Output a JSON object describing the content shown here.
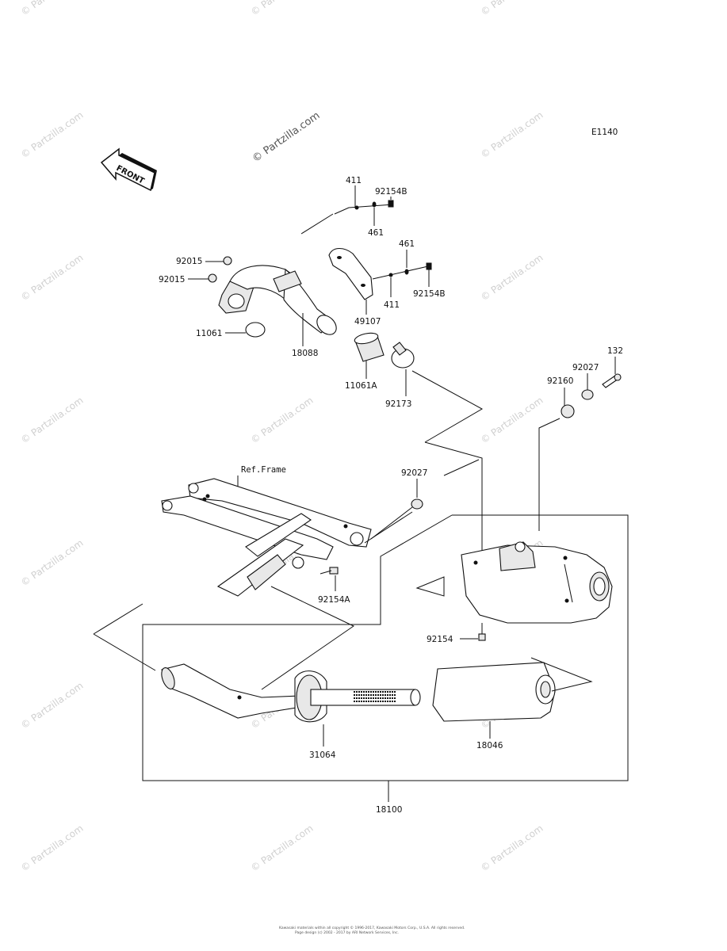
{
  "diagram": {
    "code": "E1140",
    "front_label": "FRONT",
    "watermark_main": "© Partzilla.com",
    "watermark_small": "© Partzilla.com",
    "ref_frame": "Ref.Frame",
    "footer_line1": "Kawasaki materials within all copyright © 1996-2017, Kawasaki Motors Corp., U.S.A. All rights reserved.",
    "footer_line2": "Page design (c) 2002 - 2017 by ARI Network Services, Inc.",
    "parts": {
      "p411_top": "411",
      "p92154B_top": "92154B",
      "p461_top": "461",
      "p92015_a": "92015",
      "p92015_b": "92015",
      "p461_right": "461",
      "p411_right": "411",
      "p92154B_right": "92154B",
      "p49107": "49107",
      "p11061": "11061",
      "p18088": "18088",
      "p11061A": "11061A",
      "p92173": "92173",
      "p132": "132",
      "p92027_top": "92027",
      "p92160": "92160",
      "p92027_mid": "92027",
      "p92154A": "92154A",
      "p92154": "92154",
      "p31064": "31064",
      "p18046": "18046",
      "p18100": "18100"
    }
  }
}
